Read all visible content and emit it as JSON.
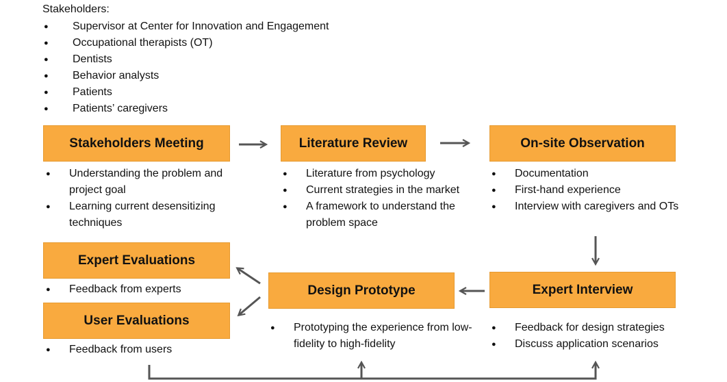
{
  "stakeholders": {
    "title": "Stakeholders:",
    "items": [
      "Supervisor at Center for Innovation and Engagement",
      "Occupational therapists (OT)",
      "Dentists",
      "Behavior analysts",
      "Patients",
      "Patients’ caregivers"
    ]
  },
  "steps": {
    "stakeholders_meeting": {
      "label": "Stakeholders Meeting",
      "bullets": [
        "Understanding the problem and project goal",
        "Learning current desensitizing techniques"
      ]
    },
    "literature_review": {
      "label": "Literature Review",
      "bullets": [
        "Literature from psychology",
        "Current strategies in the market",
        "A framework to understand the problem space"
      ]
    },
    "onsite_observation": {
      "label": "On-site Observation",
      "bullets": [
        "Documentation",
        "First-hand experience",
        "Interview with caregivers and OTs"
      ]
    },
    "expert_interview": {
      "label": "Expert Interview",
      "bullets": [
        "Feedback for design strategies",
        "Discuss application scenarios"
      ]
    },
    "design_prototype": {
      "label": "Design Prototype",
      "bullets": [
        "Prototyping the experience from low-fidelity to high-fidelity"
      ]
    },
    "expert_evaluations": {
      "label": "Expert Evaluations",
      "bullets": [
        "Feedback from experts"
      ]
    },
    "user_evaluations": {
      "label": "User Evaluations",
      "bullets": [
        "Feedback from users"
      ]
    }
  },
  "colors": {
    "box_fill": "#F9AA3F",
    "arrow": "#555555"
  }
}
